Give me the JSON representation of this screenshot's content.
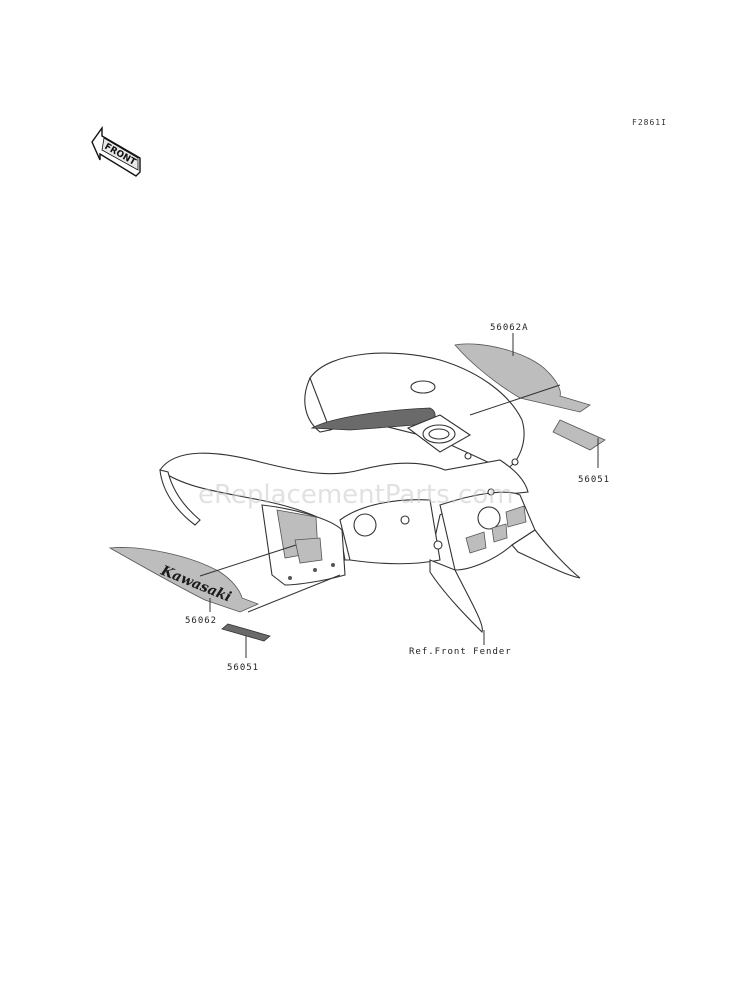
{
  "diagram": {
    "code": "F2861I",
    "front_label": "FRONT",
    "brand_text": "Kawasaki",
    "watermark": "eReplacementParts.com",
    "callouts": [
      {
        "id": "56062A",
        "label": "56062A"
      },
      {
        "id": "56051-right",
        "label": "56051"
      },
      {
        "id": "56062",
        "label": "56062"
      },
      {
        "id": "56051-left",
        "label": "56051"
      },
      {
        "id": "ref-front-fender",
        "label": "Ref.Front Fender"
      }
    ]
  }
}
